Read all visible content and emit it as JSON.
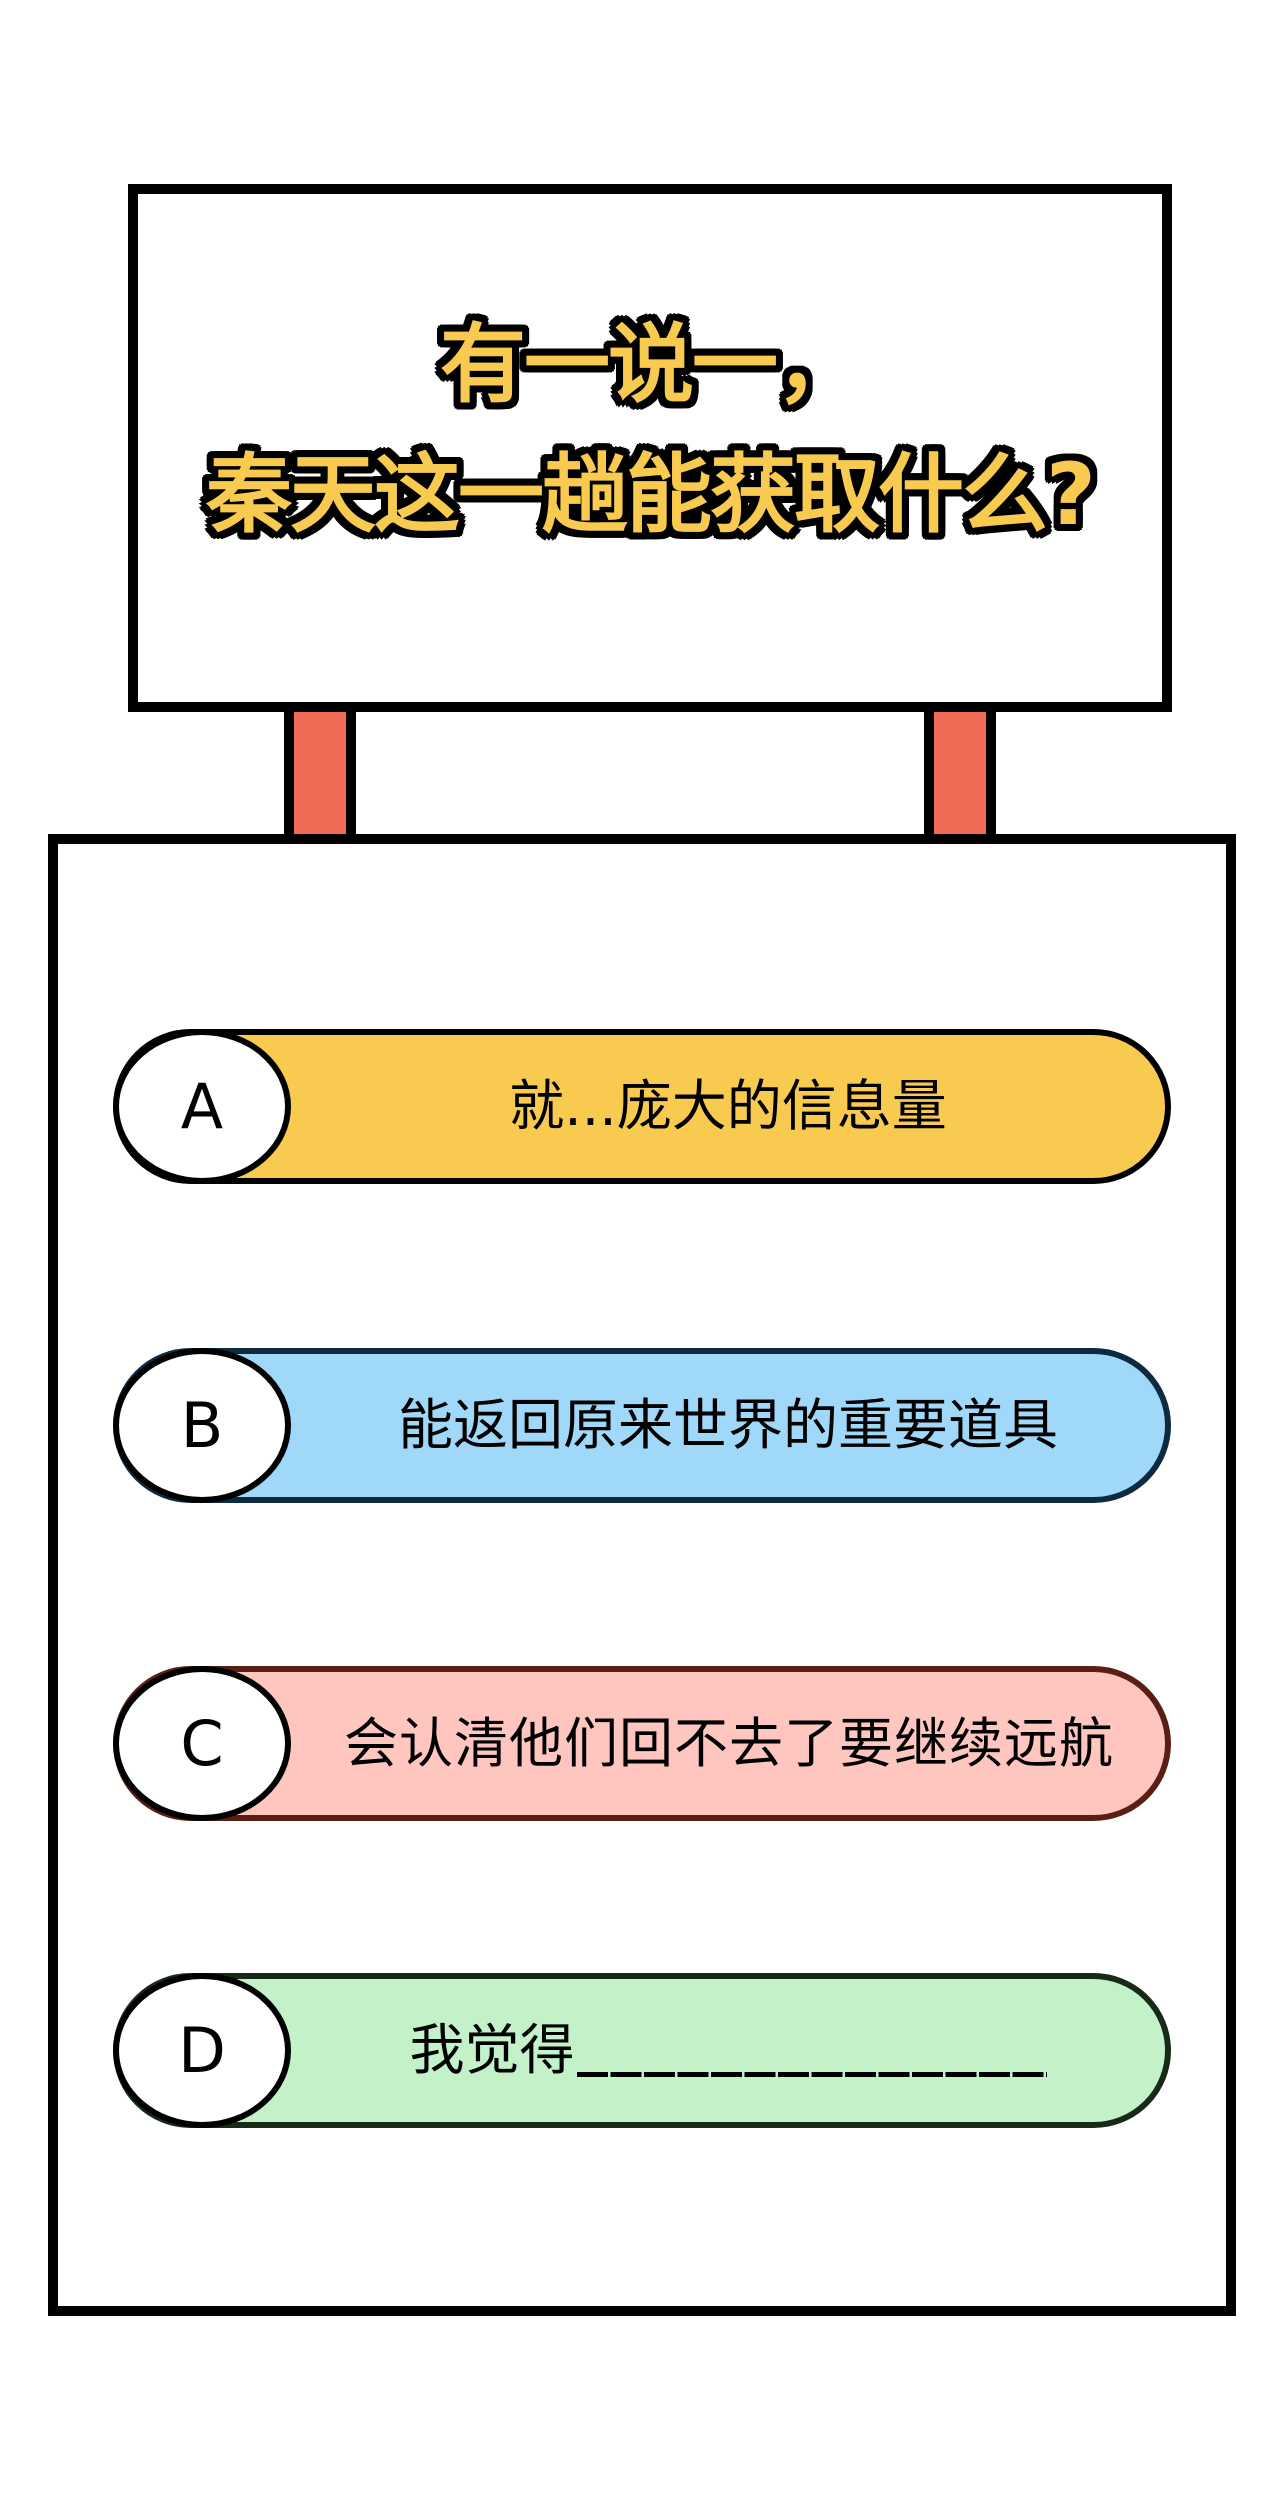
{
  "question": {
    "title_line1": "有一说一，",
    "title_line2": "秦天这一趟能获取什么?"
  },
  "options": [
    {
      "letter": "A",
      "text": "就...庞大的信息量",
      "color": "#F8CB50",
      "border": "#000000"
    },
    {
      "letter": "B",
      "text": "能返回原来世界的重要道具",
      "color": "#A0D8FA",
      "border": "#0E2A40"
    },
    {
      "letter": "C",
      "text": "会认清他们回不去了要继续远航",
      "color": "#FFC5BF",
      "border": "#5A1F14"
    },
    {
      "letter": "D",
      "text": "我觉得",
      "blank": "______________",
      "color": "#C3F2C8",
      "border": "#172A18"
    }
  ],
  "colors": {
    "title_fill": "#F8CB50",
    "pole": "#F06A55",
    "outline": "#000000"
  }
}
